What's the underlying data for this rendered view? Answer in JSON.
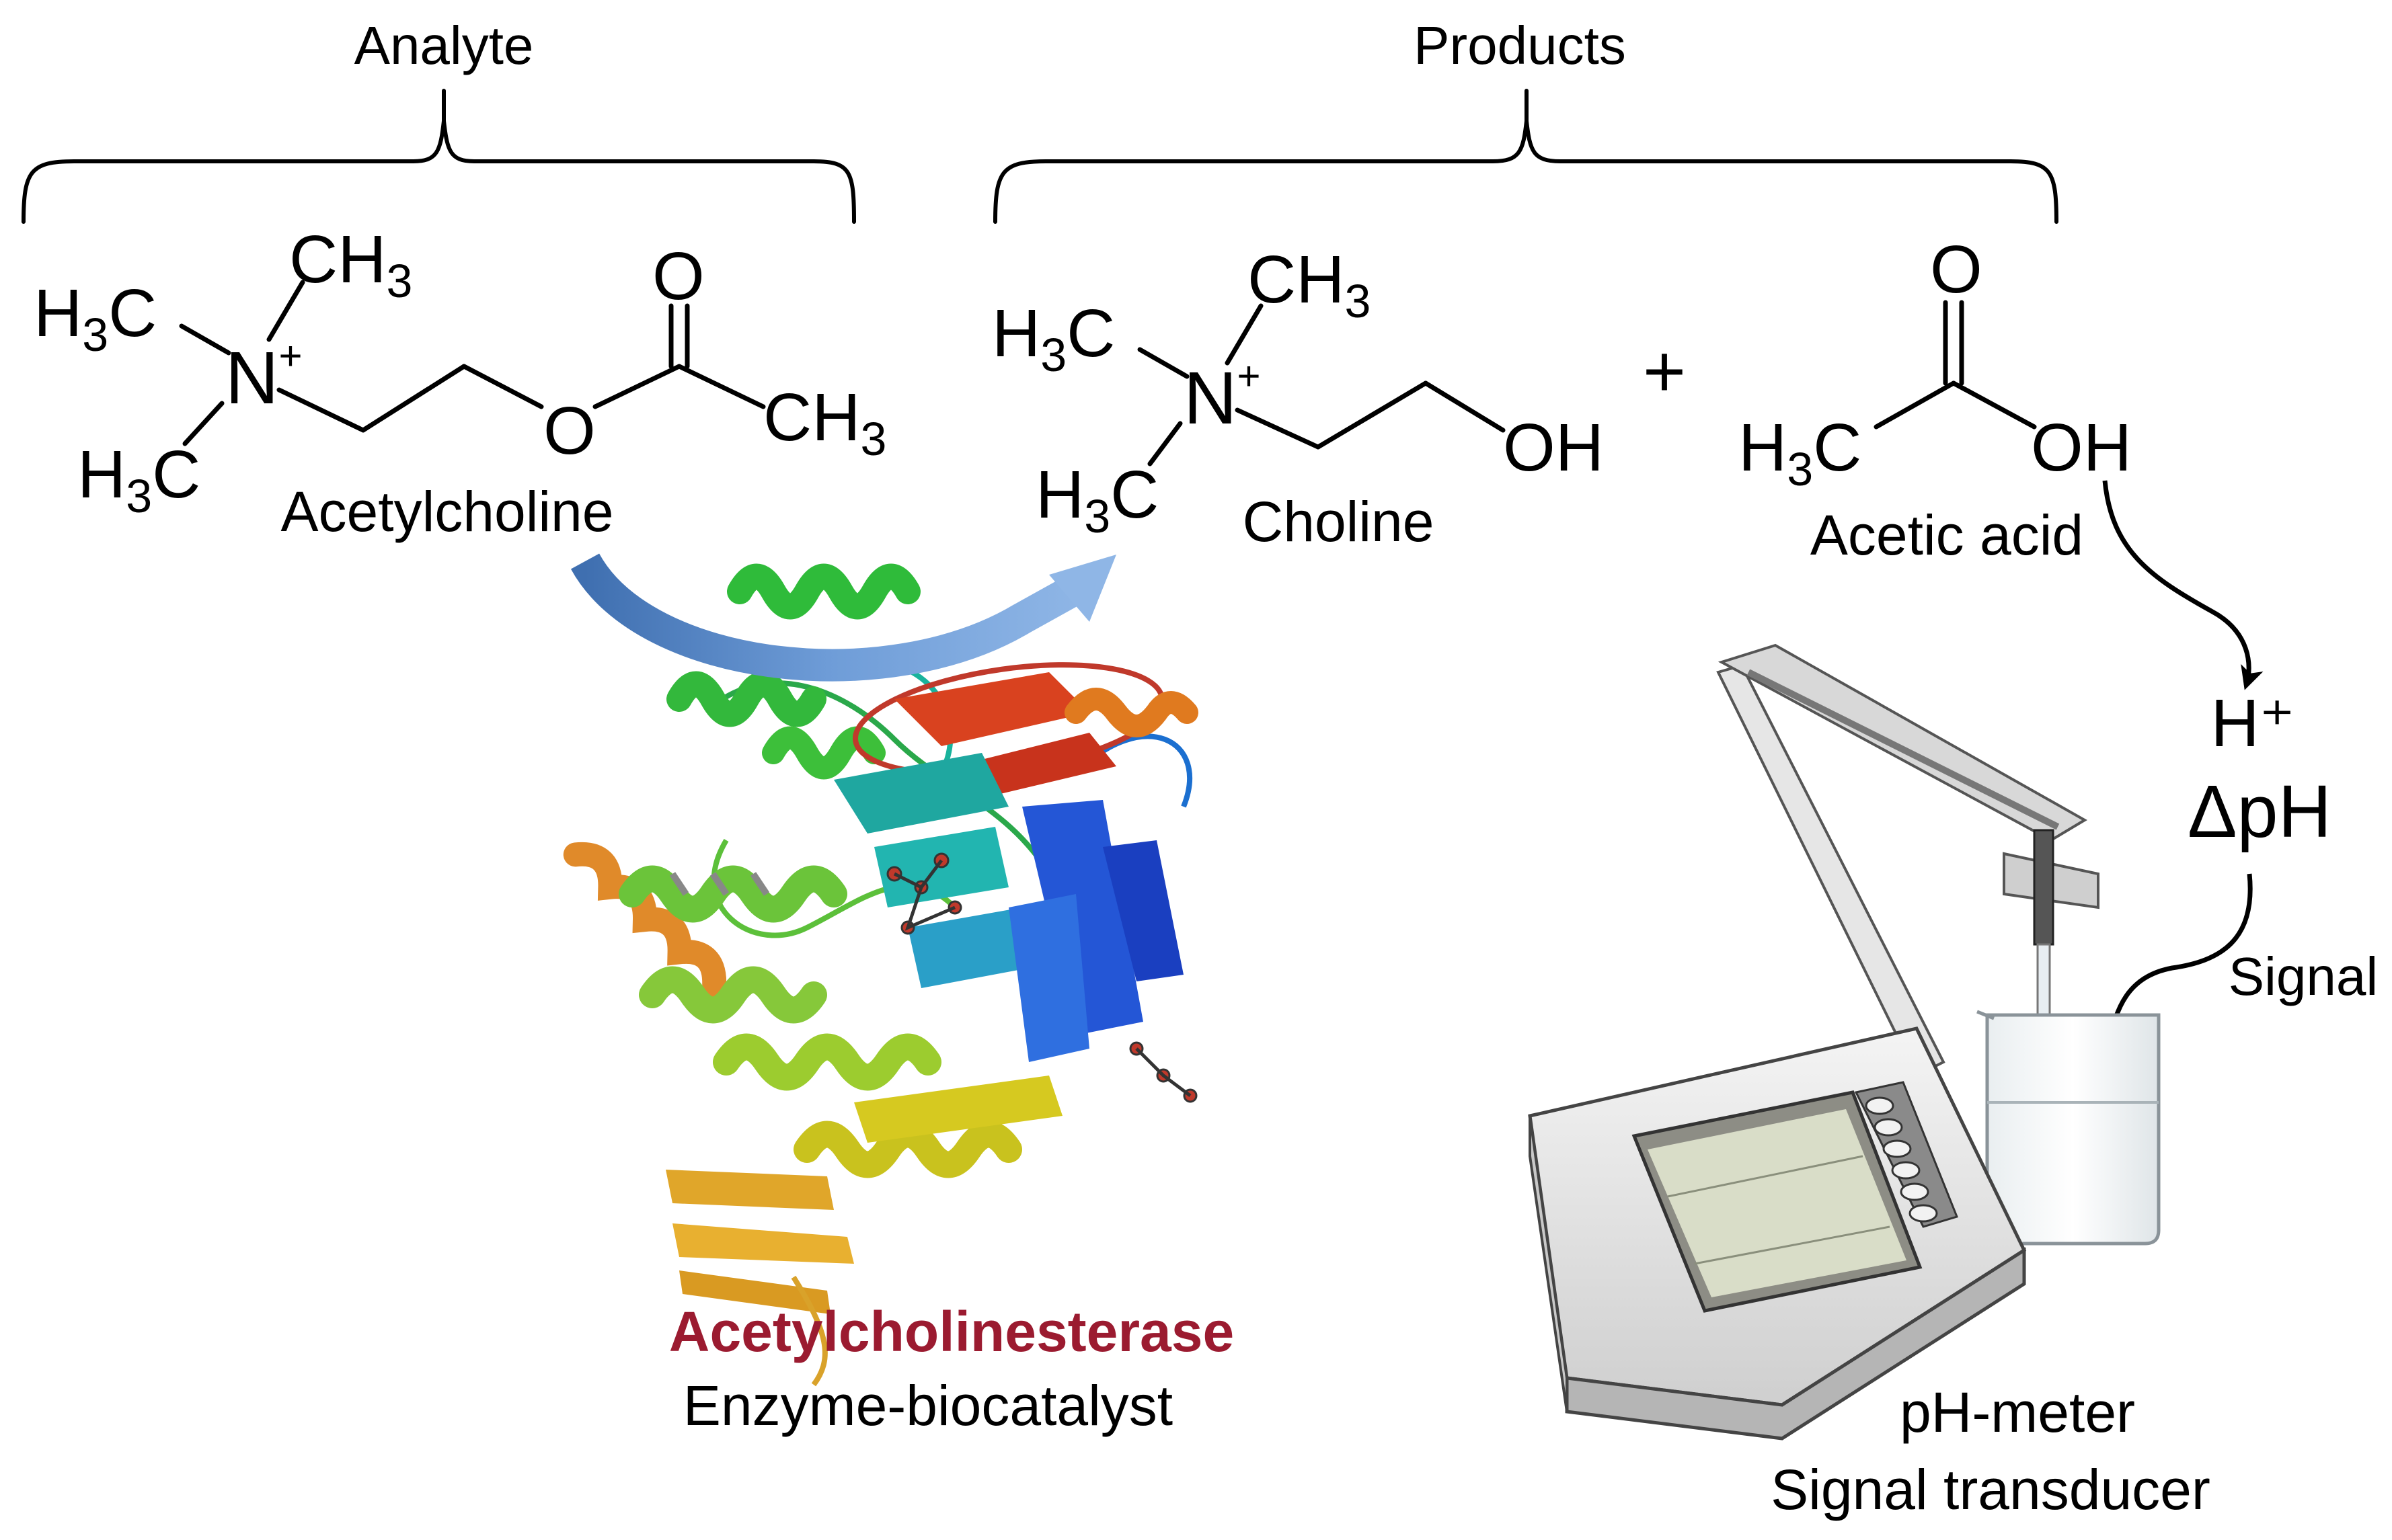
{
  "labels": {
    "analyte": "Analyte",
    "products": "Products",
    "acetylcholine": "Acetylcholine",
    "choline": "Choline",
    "acetic_acid": "Acetic acid",
    "plus": "+",
    "enzyme_name": "Acetylcholinesterase",
    "enzyme_role": "Enzyme-biocatalyst",
    "h_plus": "H⁺",
    "delta_ph": "ΔpH",
    "signal": "Signal",
    "ph_meter": "pH-meter",
    "transducer": "Signal transducer"
  },
  "chem_groups": {
    "h3c": "H",
    "h3c_sub": "3",
    "h3c_c": "C",
    "ch3_c": "CH",
    "ch3_sub": "3",
    "n": "N",
    "n_charge": "+",
    "o": "O",
    "oh": "OH"
  },
  "colors": {
    "enzyme_label": "#9b1b30",
    "reaction_arrow": "#5b8ac4",
    "text": "#000000"
  },
  "icons": [
    "enzyme-structure-icon",
    "ph-meter-icon",
    "beaker-icon",
    "electrode-icon"
  ]
}
